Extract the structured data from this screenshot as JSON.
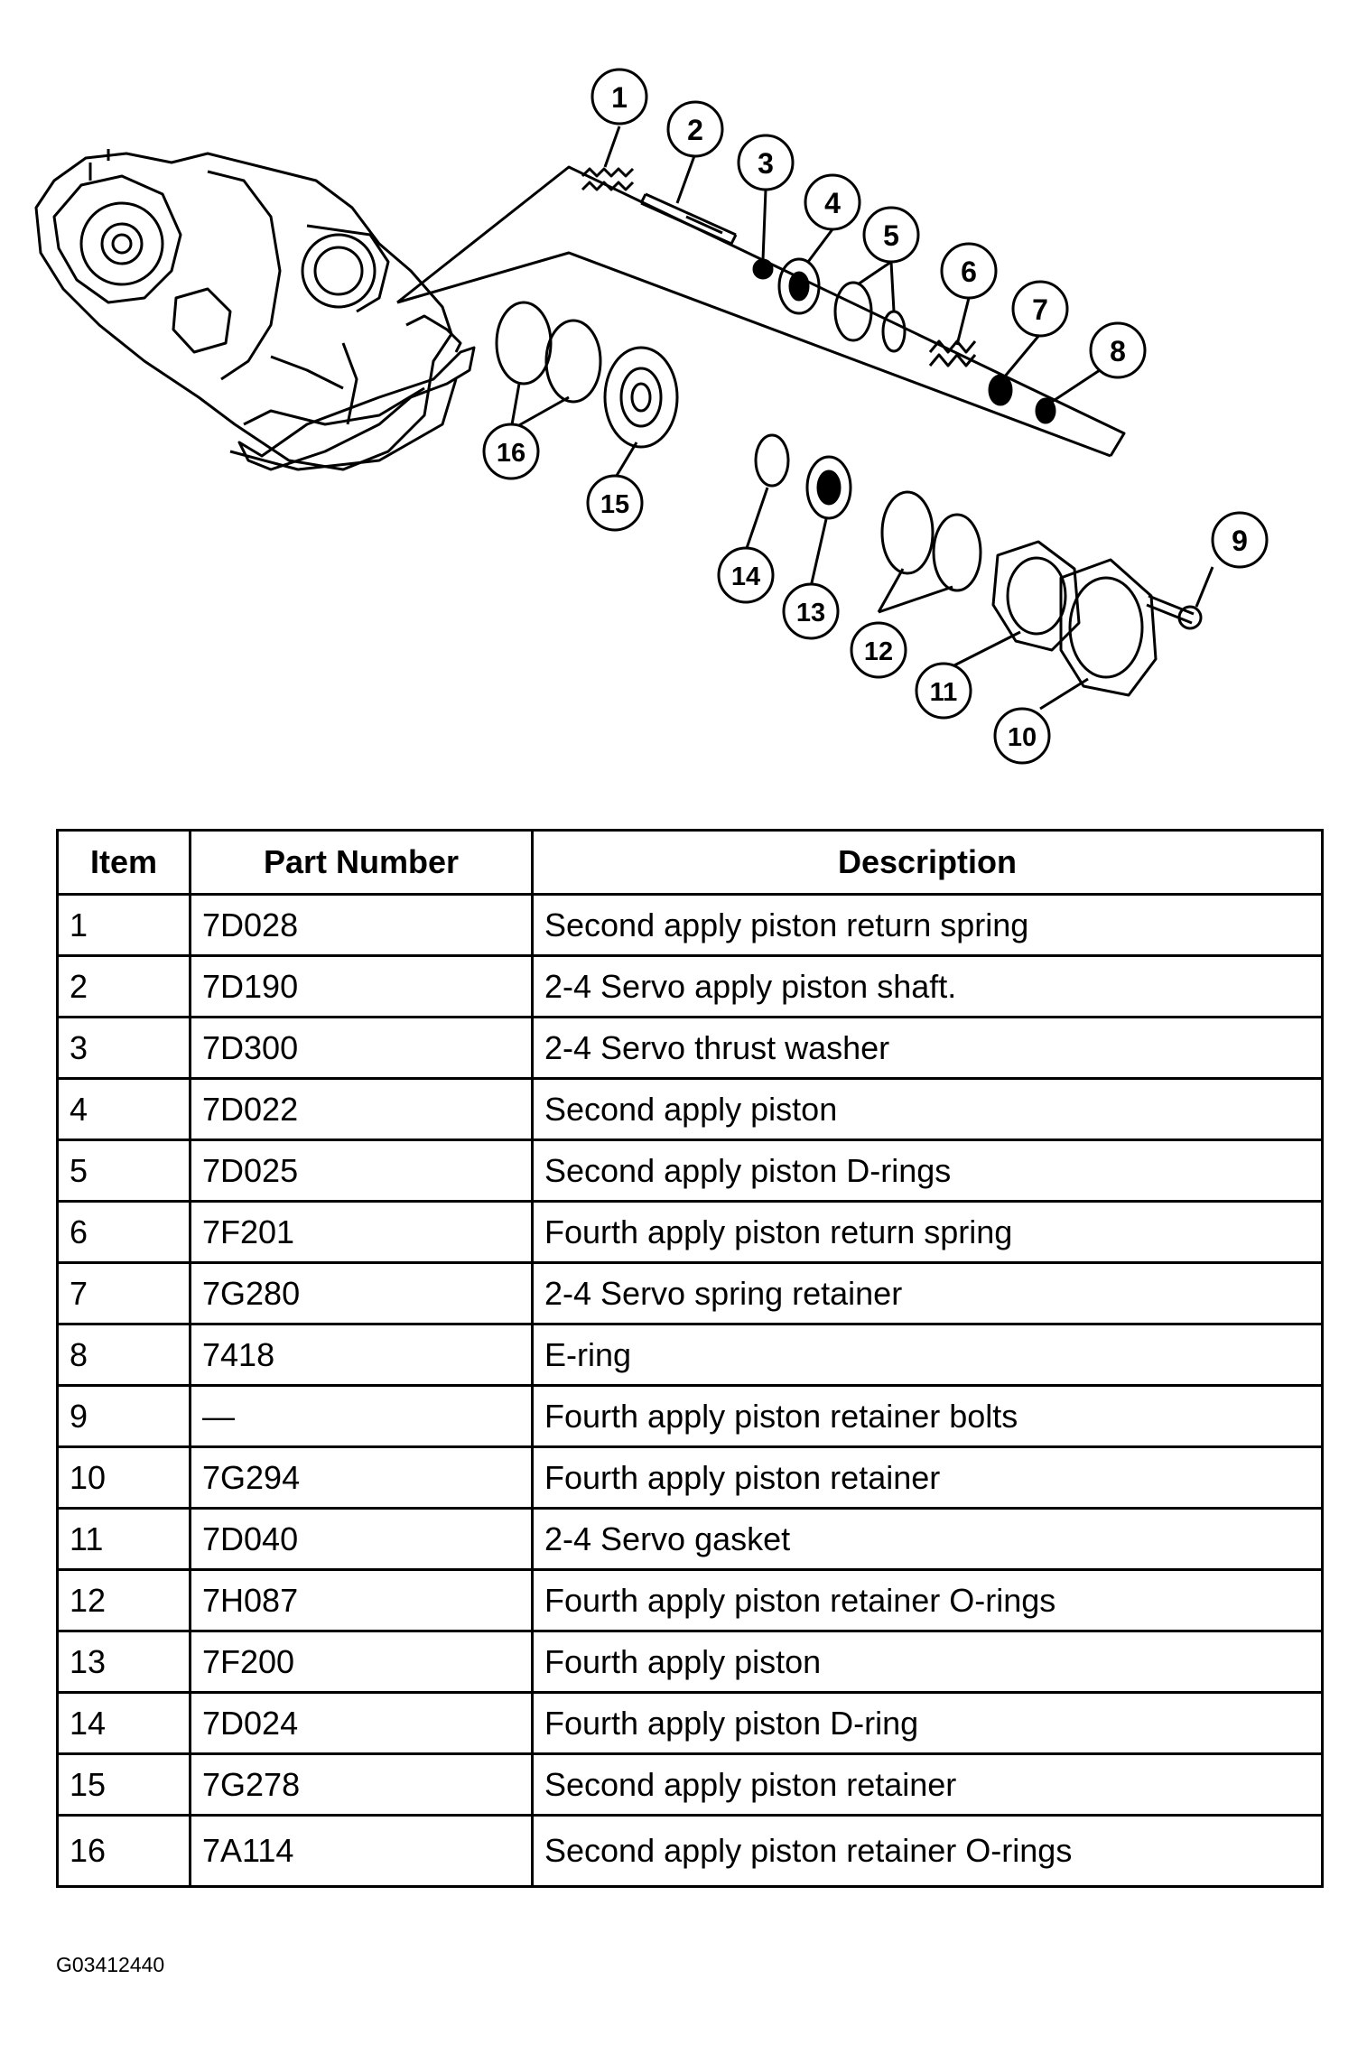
{
  "callouts": [
    "1",
    "2",
    "3",
    "4",
    "5",
    "6",
    "7",
    "8",
    "9",
    "10",
    "11",
    "12",
    "13",
    "14",
    "15",
    "16"
  ],
  "table": {
    "headers": [
      "Item",
      "Part Number",
      "Description"
    ],
    "rows": [
      {
        "item": "1",
        "part": "7D028",
        "desc": "Second apply piston return spring"
      },
      {
        "item": "2",
        "part": "7D190",
        "desc": "2-4 Servo apply piston shaft."
      },
      {
        "item": "3",
        "part": "7D300",
        "desc": "2-4 Servo thrust washer"
      },
      {
        "item": "4",
        "part": "7D022",
        "desc": "Second apply piston"
      },
      {
        "item": "5",
        "part": "7D025",
        "desc": "Second apply piston D-rings"
      },
      {
        "item": "6",
        "part": "7F201",
        "desc": "Fourth apply piston return spring"
      },
      {
        "item": "7",
        "part": "7G280",
        "desc": "2-4 Servo spring retainer"
      },
      {
        "item": "8",
        "part": "7418",
        "desc": "E-ring"
      },
      {
        "item": "9",
        "part": "—",
        "desc": "Fourth apply piston retainer bolts"
      },
      {
        "item": "10",
        "part": "7G294",
        "desc": "Fourth apply piston retainer"
      },
      {
        "item": "11",
        "part": "7D040",
        "desc": "2-4 Servo gasket"
      },
      {
        "item": "12",
        "part": "7H087",
        "desc": "Fourth apply piston retainer O-rings"
      },
      {
        "item": "13",
        "part": "7F200",
        "desc": "Fourth apply piston"
      },
      {
        "item": "14",
        "part": "7D024",
        "desc": "Fourth apply piston D-ring"
      },
      {
        "item": "15",
        "part": "7G278",
        "desc": "Second apply piston retainer"
      },
      {
        "item": "16",
        "part": "7A114",
        "desc": "Second apply piston retainer O-rings"
      }
    ]
  },
  "figure_id": "G03412440"
}
